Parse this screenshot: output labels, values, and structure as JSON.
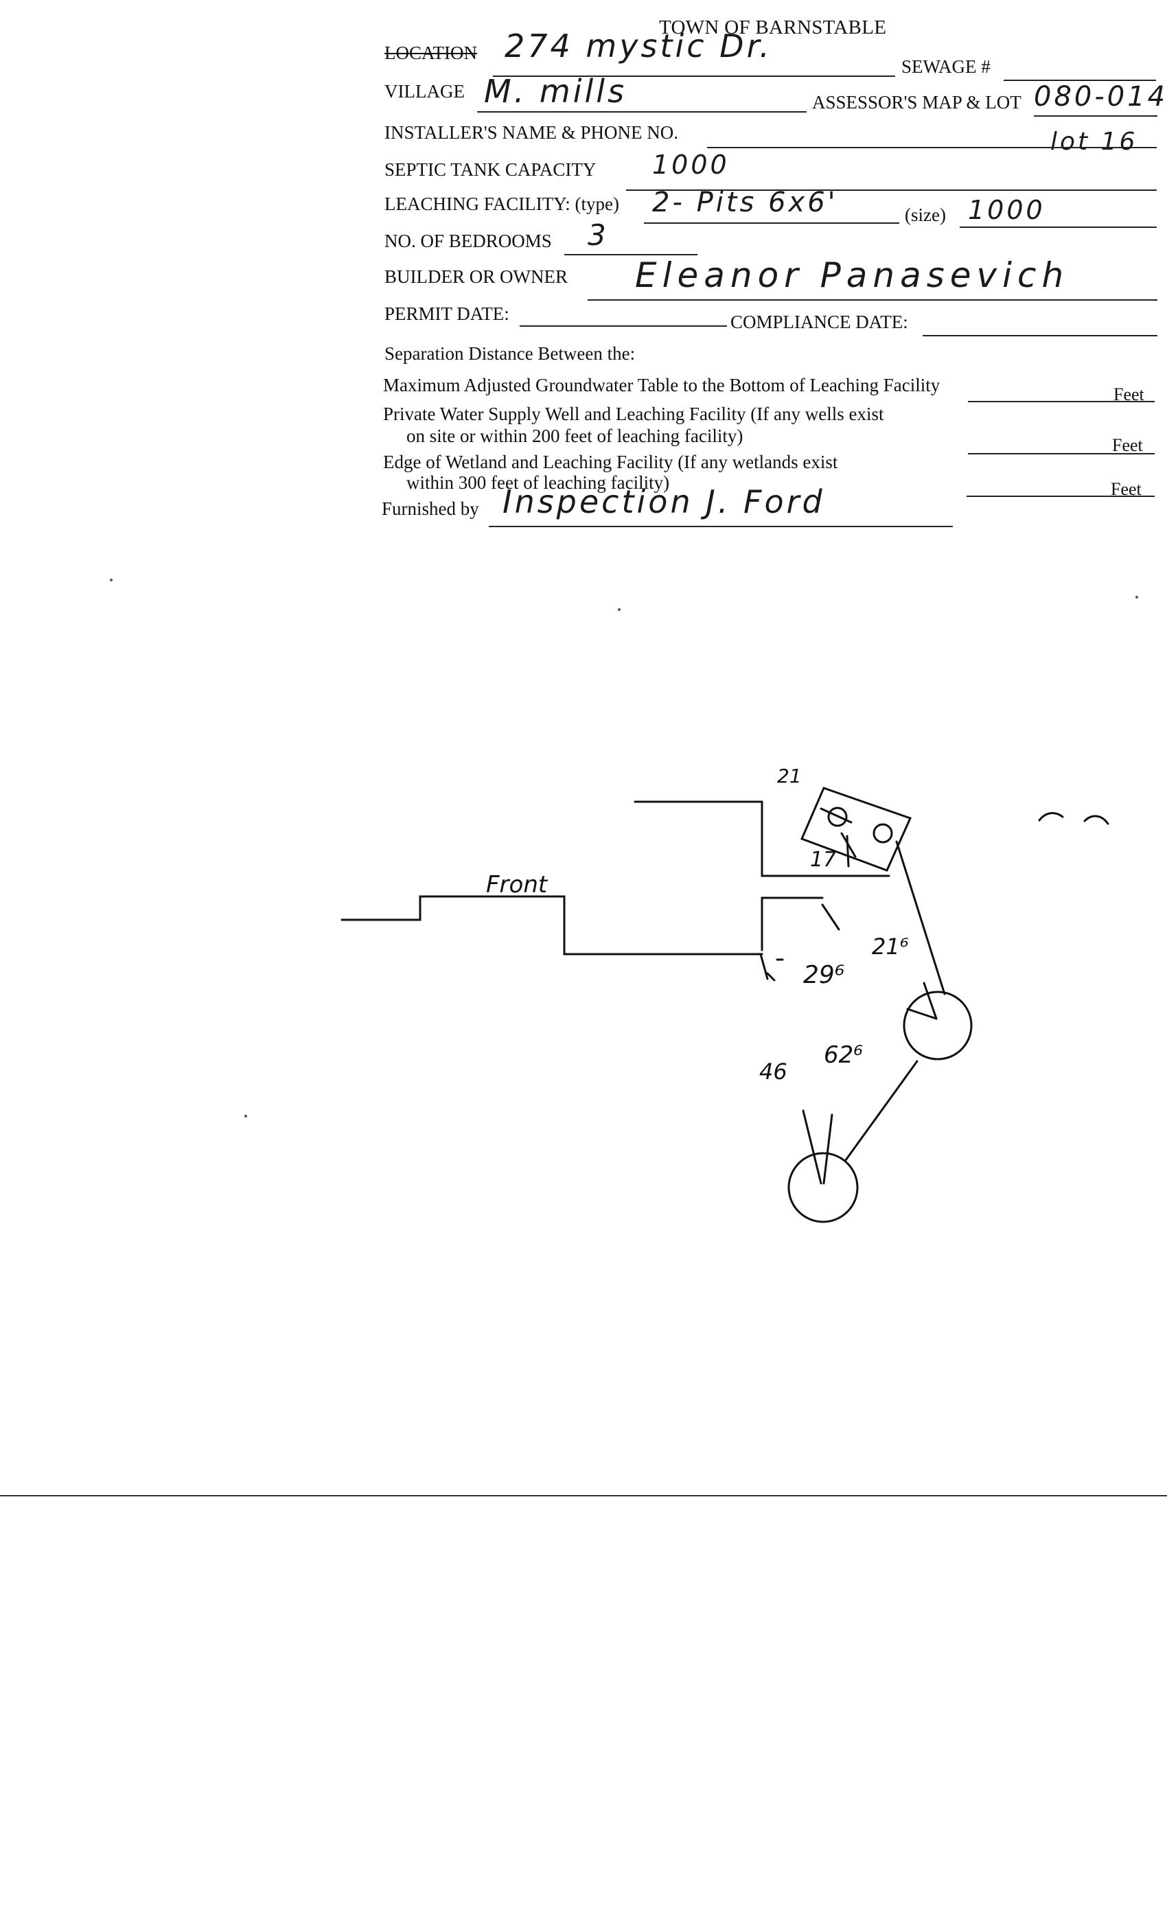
{
  "header": {
    "title": "TOWN OF BARNSTABLE"
  },
  "fields": {
    "location_label": "LOCATION",
    "location_value": "274 mystic Dr.",
    "sewage_label": "SEWAGE #",
    "sewage_value": "",
    "village_label": "VILLAGE",
    "village_value": "M. mills",
    "assessor_label": "ASSESSOR'S MAP & LOT",
    "assessor_value": "080-014",
    "installer_label": "INSTALLER'S NAME & PHONE NO.",
    "installer_value": "lot 16",
    "septic_label": "SEPTIC TANK CAPACITY",
    "septic_value": "1000",
    "leaching_label": "LEACHING FACILITY: (type)",
    "leaching_type_value": "2- Pits 6x6'",
    "size_label": "(size)",
    "size_value": "1000",
    "bedrooms_label": "NO. OF BEDROOMS",
    "bedrooms_value": "3",
    "builder_label": "BUILDER OR OWNER",
    "builder_value": "Eleanor Panasevich",
    "permit_label": "PERMIT DATE:",
    "permit_value": "",
    "compliance_label": "COMPLIANCE DATE:",
    "compliance_value": ""
  },
  "separation": {
    "heading": "Separation Distance Between the:",
    "row1": "Maximum Adjusted Groundwater Table to the Bottom of Leaching Facility",
    "row2a": "Private Water Supply Well and Leaching Facility  (If any wells exist",
    "row2b": "on site or within 200 feet of leaching facility)",
    "row3a": "Edge of Wetland and Leaching Facility (If any wetlands exist",
    "row3b": "within 300 feet of leaching facility)",
    "unit": "Feet",
    "furnished_label": "Furnished by",
    "furnished_value": "Inspection   J. Ford"
  },
  "sketch": {
    "front_label": "Front",
    "dim_21_top": "21",
    "dim_17": "17",
    "dim_21_6": "21⁶",
    "dim_29_6": "29⁶",
    "dim_62_6": "62⁶",
    "dim_46": "46"
  }
}
